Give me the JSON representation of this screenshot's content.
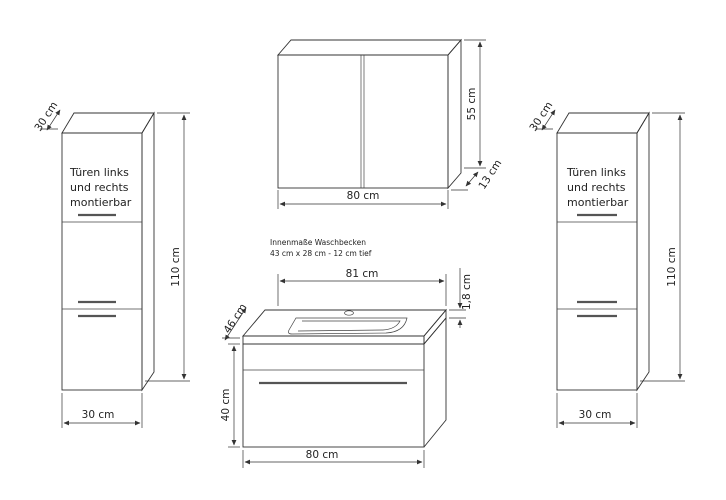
{
  "left_cabinet": {
    "text_lines": [
      "Türen links",
      "und rechts",
      "montierbar"
    ],
    "depth_label": "30 cm",
    "height_label": "110 cm",
    "width_label": "30 cm"
  },
  "mirror_cabinet": {
    "height_label": "55 cm",
    "depth_label": "13 cm",
    "width_label": "80 cm"
  },
  "vanity": {
    "note_title": "Innenmaße Waschbecken",
    "note_dims": "43 cm x 28 cm - 12 cm tief",
    "basin_width_label": "81 cm",
    "top_thickness_label": "1,8 cm",
    "depth_label": "46 cm",
    "height_label": "40 cm",
    "width_label": "80 cm"
  },
  "right_cabinet": {
    "text_lines": [
      "Türen links",
      "und rechts",
      "montierbar"
    ],
    "depth_label": "30 cm",
    "height_label": "110 cm",
    "width_label": "30 cm"
  }
}
